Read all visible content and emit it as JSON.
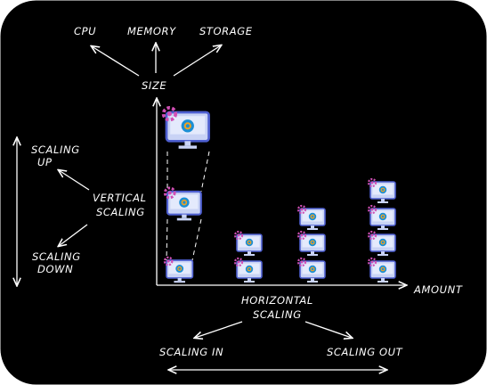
{
  "labels": {
    "cpu": "CPU",
    "memory": "MEMORY",
    "storage": "STORAGE",
    "size": "SIZE",
    "scaling_up_1": "SCALING",
    "scaling_up_2": "UP",
    "vertical_1": "VERTICAL",
    "vertical_2": "SCALING",
    "scaling_down_1": "SCALING",
    "scaling_down_2": "DOWN",
    "amount": "AMOUNT",
    "horizontal_1": "HORIZONTAL",
    "horizontal_2": "SCALING",
    "scaling_in": "SCALING IN",
    "scaling_out": "SCALING OUT"
  },
  "colors": {
    "background": "#000000",
    "foreground": "#ffffff",
    "monitor_screen": "#c9d3f5",
    "monitor_border": "#4e5fd0",
    "gear_pink": "#d14fb5",
    "gear_blue": "#1c8fd4",
    "gear_orange": "#f2a21e"
  },
  "icons": [
    "server-monitor-icon",
    "gear-icon"
  ]
}
